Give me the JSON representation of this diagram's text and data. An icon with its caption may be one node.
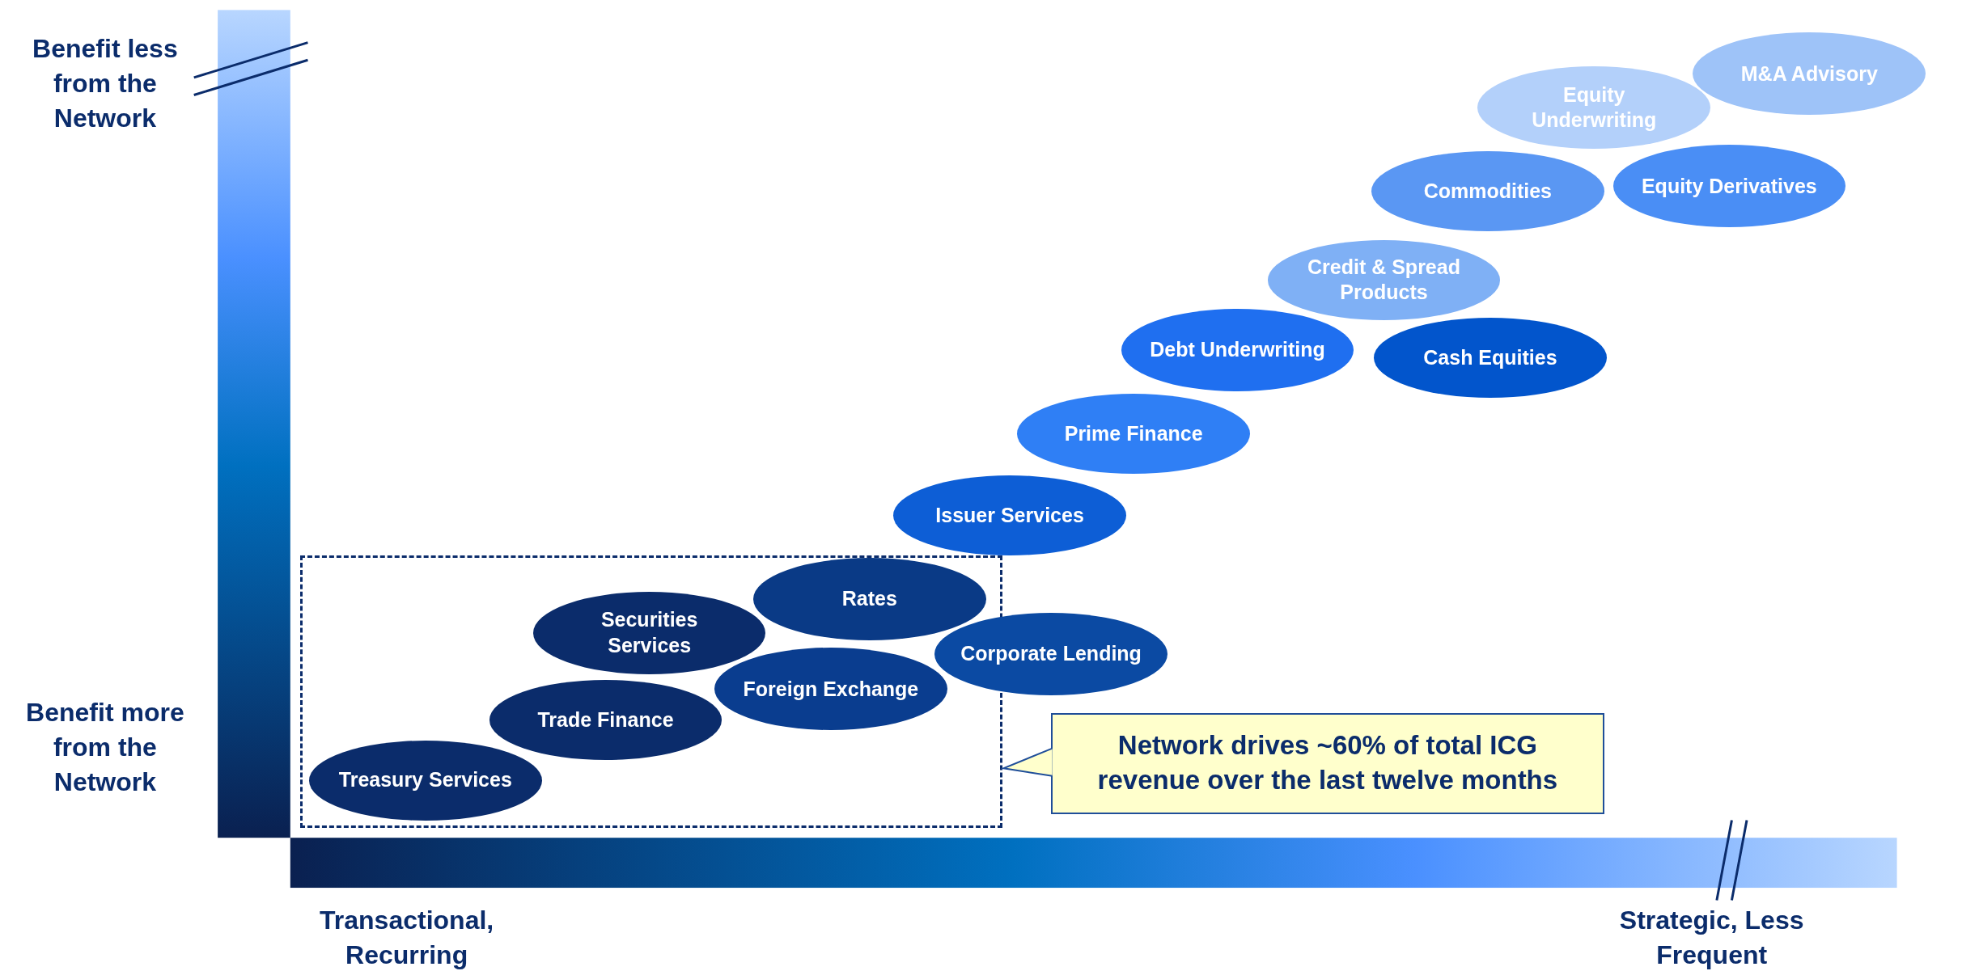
{
  "diagram": {
    "nodes": [
      {
        "text": [],
        "shape": "box"
      },
      {
        "text": [
          "Treasury Services"
        ],
        "in": 0
      },
      {
        "text": [
          "Trade Finance"
        ],
        "in": 0
      },
      {
        "text": [
          "Securities Services"
        ],
        "in": 0
      },
      {
        "text": [
          "Foreign Exchange"
        ],
        "in": 0
      },
      {
        "text": [
          "Rates"
        ],
        "in": 0
      },
      {
        "text": [
          "Corporate Lending"
        ]
      },
      {
        "text": [
          "Issuer Services"
        ]
      },
      {
        "text": [
          "Prime Finance"
        ]
      },
      {
        "text": [
          "Debt Underwriting"
        ]
      },
      {
        "text": [
          "Cash Equities"
        ]
      },
      {
        "text": [
          "Credit & Spread Products"
        ]
      },
      {
        "text": [
          "Commodities"
        ]
      },
      {
        "text": [
          "Equity Derivatives"
        ]
      },
      {
        "text": [
          "Equity Underwriting"
        ]
      },
      {
        "text": [
          "M&A Advisory"
        ]
      },
      {
        "text": [
          "Network drives ~60% of total ICG revenue over the last twelve months"
        ]
      }
    ],
    "edges": [
      {
        "from": 16,
        "to": 0,
        "arrow": "to"
      }
    ],
    "labels": [
      "Benefit less from the Network",
      "Benefit more from the Network",
      "Transactional, Recurring",
      "Strategic, Less Frequent"
    ]
  }
}
